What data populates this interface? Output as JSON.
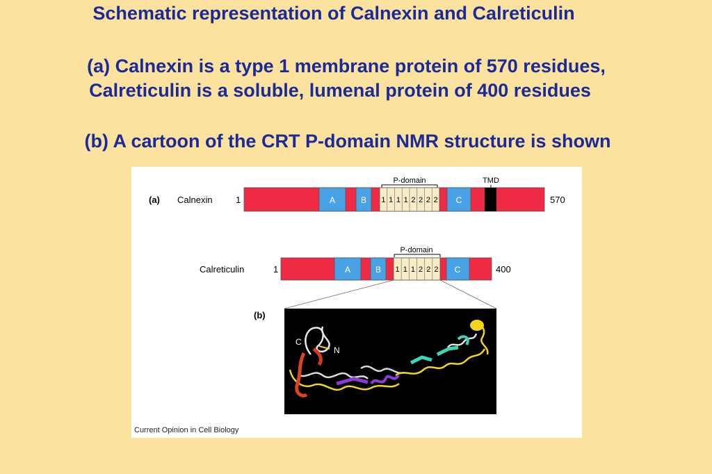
{
  "slide": {
    "title": "Schematic representation of Calnexin  and Calreticulin",
    "point_a_line1": "(a) Calnexin is a type 1 membrane protein of 570 residues,",
    "point_a_line2": "Calreticulin is a soluble, lumenal protein of 400 residues",
    "point_b": "(b) A cartoon of the CRT P-domain NMR structure is shown"
  },
  "figure": {
    "panel_a_label": "(a)",
    "panel_b_label": "(b)",
    "p_domain_label": "P-domain",
    "tmd_label": "TMD",
    "calnexin": {
      "name": "Calnexin",
      "start": "1",
      "end": "570"
    },
    "calreticulin": {
      "name": "Calreticulin",
      "start": "1",
      "end": "400"
    },
    "segment_labels": {
      "a": "A",
      "b": "B",
      "c": "C"
    },
    "calnexin_repeats": [
      "1",
      "1",
      "1",
      "1",
      "2",
      "2",
      "2",
      "2"
    ],
    "calreticulin_repeats": [
      "1",
      "1",
      "1",
      "2",
      "2",
      "2"
    ],
    "structure_labels": {
      "c": "C",
      "n": "N"
    },
    "credit": "Current Opinion in Cell Biology"
  },
  "colors": {
    "background": "#fbe29e",
    "heading": "#1b2a96",
    "domain_red": "#ee2a44",
    "domain_blue": "#4aa2e6",
    "p_domain": "#f8ecc6",
    "tmd": "#000000"
  }
}
